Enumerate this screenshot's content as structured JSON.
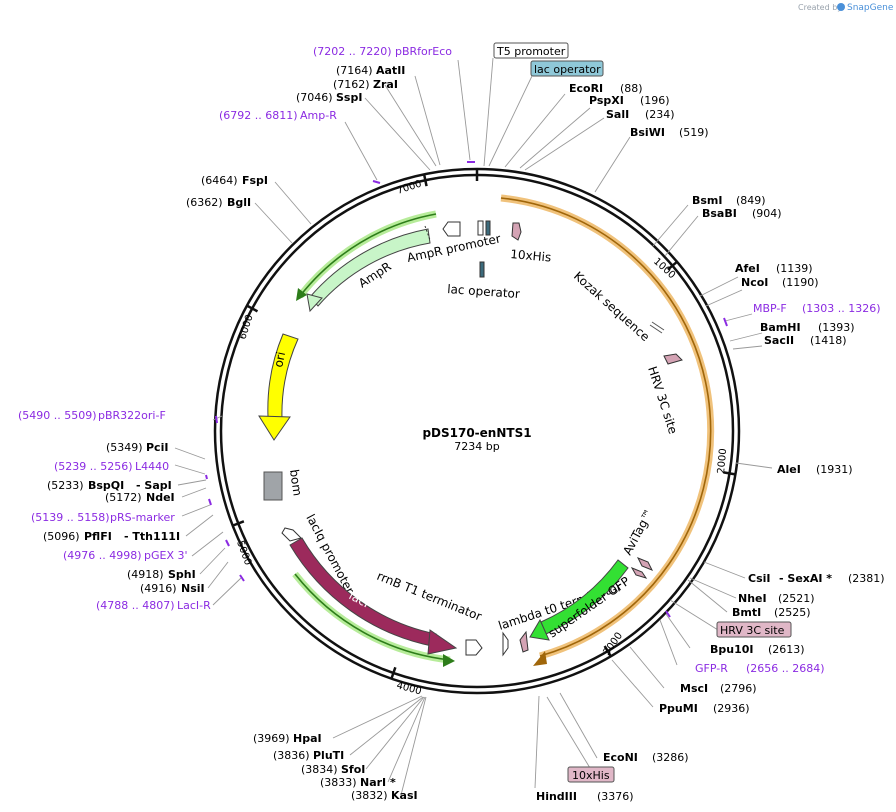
{
  "watermark": {
    "created_by": "Created by",
    "brand": "SnapGene"
  },
  "plasmid": {
    "name": "pDS170-enNTS1",
    "size": "7234 bp"
  },
  "ticks": [
    "1000",
    "2000",
    "3000",
    "4000",
    "5000",
    "6000",
    "7000"
  ],
  "features": {
    "ampr": "AmpR",
    "ampr_promoter": "AmpR promoter",
    "his_top": "10xHis",
    "lac_operator": "lac operator",
    "kozak": "Kozak sequence",
    "hrv_site": "HRV 3C site",
    "ori": "ori",
    "bom": "bom",
    "lacIq": "lacIq promoter",
    "lacI": "lacI",
    "rrnb": "rrnB T1 terminator",
    "lambda": "lambda t0 terminator",
    "sfgfp": "superfolder GFP",
    "avitag": "AviTag™"
  },
  "boxed_labels": {
    "t5": "T5 promoter",
    "lac_op": "lac operator",
    "hrv": "HRV 3C site",
    "his": "10xHis"
  },
  "sites": {
    "pbrforeco": {
      "pos": "(7202 .. 7220)",
      "name": "pBRforEco"
    },
    "aatii": {
      "pos": "(7164)",
      "name": "AatII"
    },
    "zrai": {
      "pos": "(7162)",
      "name": "ZraI"
    },
    "sspi": {
      "pos": "(7046)",
      "name": "SspI"
    },
    "ampr_primer": {
      "pos": "(6792 .. 6811)",
      "name": "Amp-R"
    },
    "fspi": {
      "pos": "(6464)",
      "name": "FspI"
    },
    "bgli": {
      "pos": "(6362)",
      "name": "BglI"
    },
    "ecori": {
      "name": "EcoRI",
      "pos": "(88)"
    },
    "pspxi": {
      "name": "PspXI",
      "pos": "(196)"
    },
    "sali": {
      "name": "SalI",
      "pos": "(234)"
    },
    "bsiwi": {
      "name": "BsiWI",
      "pos": "(519)"
    },
    "bsmi": {
      "name": "BsmI",
      "pos": "(849)"
    },
    "bsabi": {
      "name": "BsaBI",
      "pos": "(904)"
    },
    "afei": {
      "name": "AfeI",
      "pos": "(1139)"
    },
    "ncoi": {
      "name": "NcoI",
      "pos": "(1190)"
    },
    "mbpf": {
      "name": "MBP-F",
      "pos": "(1303 .. 1326)"
    },
    "bamhi": {
      "name": "BamHI",
      "pos": "(1393)"
    },
    "sacii": {
      "name": "SacII",
      "pos": "(1418)"
    },
    "alei": {
      "name": "AleI",
      "pos": "(1931)"
    },
    "csii": {
      "name": "CsiI",
      "sep": "- SexAI *",
      "pos": "(2381)"
    },
    "nhei": {
      "name": "NheI",
      "pos": "(2521)"
    },
    "bmti": {
      "name": "BmtI",
      "pos": "(2525)"
    },
    "bpu10i": {
      "name": "Bpu10I",
      "pos": "(2613)"
    },
    "gfpr": {
      "name": "GFP-R",
      "pos": "(2656 .. 2684)"
    },
    "msci": {
      "name": "MscI",
      "pos": "(2796)"
    },
    "ppumi": {
      "name": "PpuMI",
      "pos": "(2936)"
    },
    "econi": {
      "name": "EcoNI",
      "pos": "(3286)"
    },
    "hindiii": {
      "name": "HindIII",
      "pos": "(3376)"
    },
    "pbr322ori": {
      "pos": "(5490 .. 5509)",
      "name": "pBR322ori-F"
    },
    "pcii": {
      "pos": "(5349)",
      "name": "PciI"
    },
    "l4440": {
      "pos": "(5239 .. 5256)",
      "name": "L4440"
    },
    "bspqi": {
      "pos": "(5233)",
      "name": "BspQI",
      "sep": "- SapI"
    },
    "ndei": {
      "pos": "(5172)",
      "name": "NdeI"
    },
    "prsmarker": {
      "pos": "(5139 .. 5158)",
      "name": "pRS-marker"
    },
    "pflfi": {
      "pos": "(5096)",
      "name": "PflFI",
      "sep": "- Tth111I"
    },
    "pgex3": {
      "pos": "(4976 .. 4998)",
      "name": "pGEX 3'"
    },
    "sphi": {
      "pos": "(4918)",
      "name": "SphI"
    },
    "nsii": {
      "pos": "(4916)",
      "name": "NsiI"
    },
    "lacir": {
      "pos": "(4788 .. 4807)",
      "name": "LacI-R"
    },
    "hpai": {
      "pos": "(3969)",
      "name": "HpaI"
    },
    "pluti": {
      "pos": "(3836)",
      "name": "PluTI"
    },
    "sfoi": {
      "pos": "(3834)",
      "name": "SfoI"
    },
    "nari": {
      "pos": "(3833)",
      "name": "NarI *"
    },
    "kasi": {
      "pos": "(3832)",
      "name": "KasI"
    }
  },
  "colors": {
    "backbone": "#111111",
    "primer": "#8b2be2",
    "ampr_fill": "#c8f5c8",
    "ori_fill": "#ffff00",
    "lacI_fill": "#9c2a5c",
    "sfgfp_fill": "#33e033",
    "orf_orange": "#f5b041",
    "orf_green": "#6abf3b",
    "lac_box": "#8fc8d8",
    "hrv_box": "#e0b7c7"
  }
}
